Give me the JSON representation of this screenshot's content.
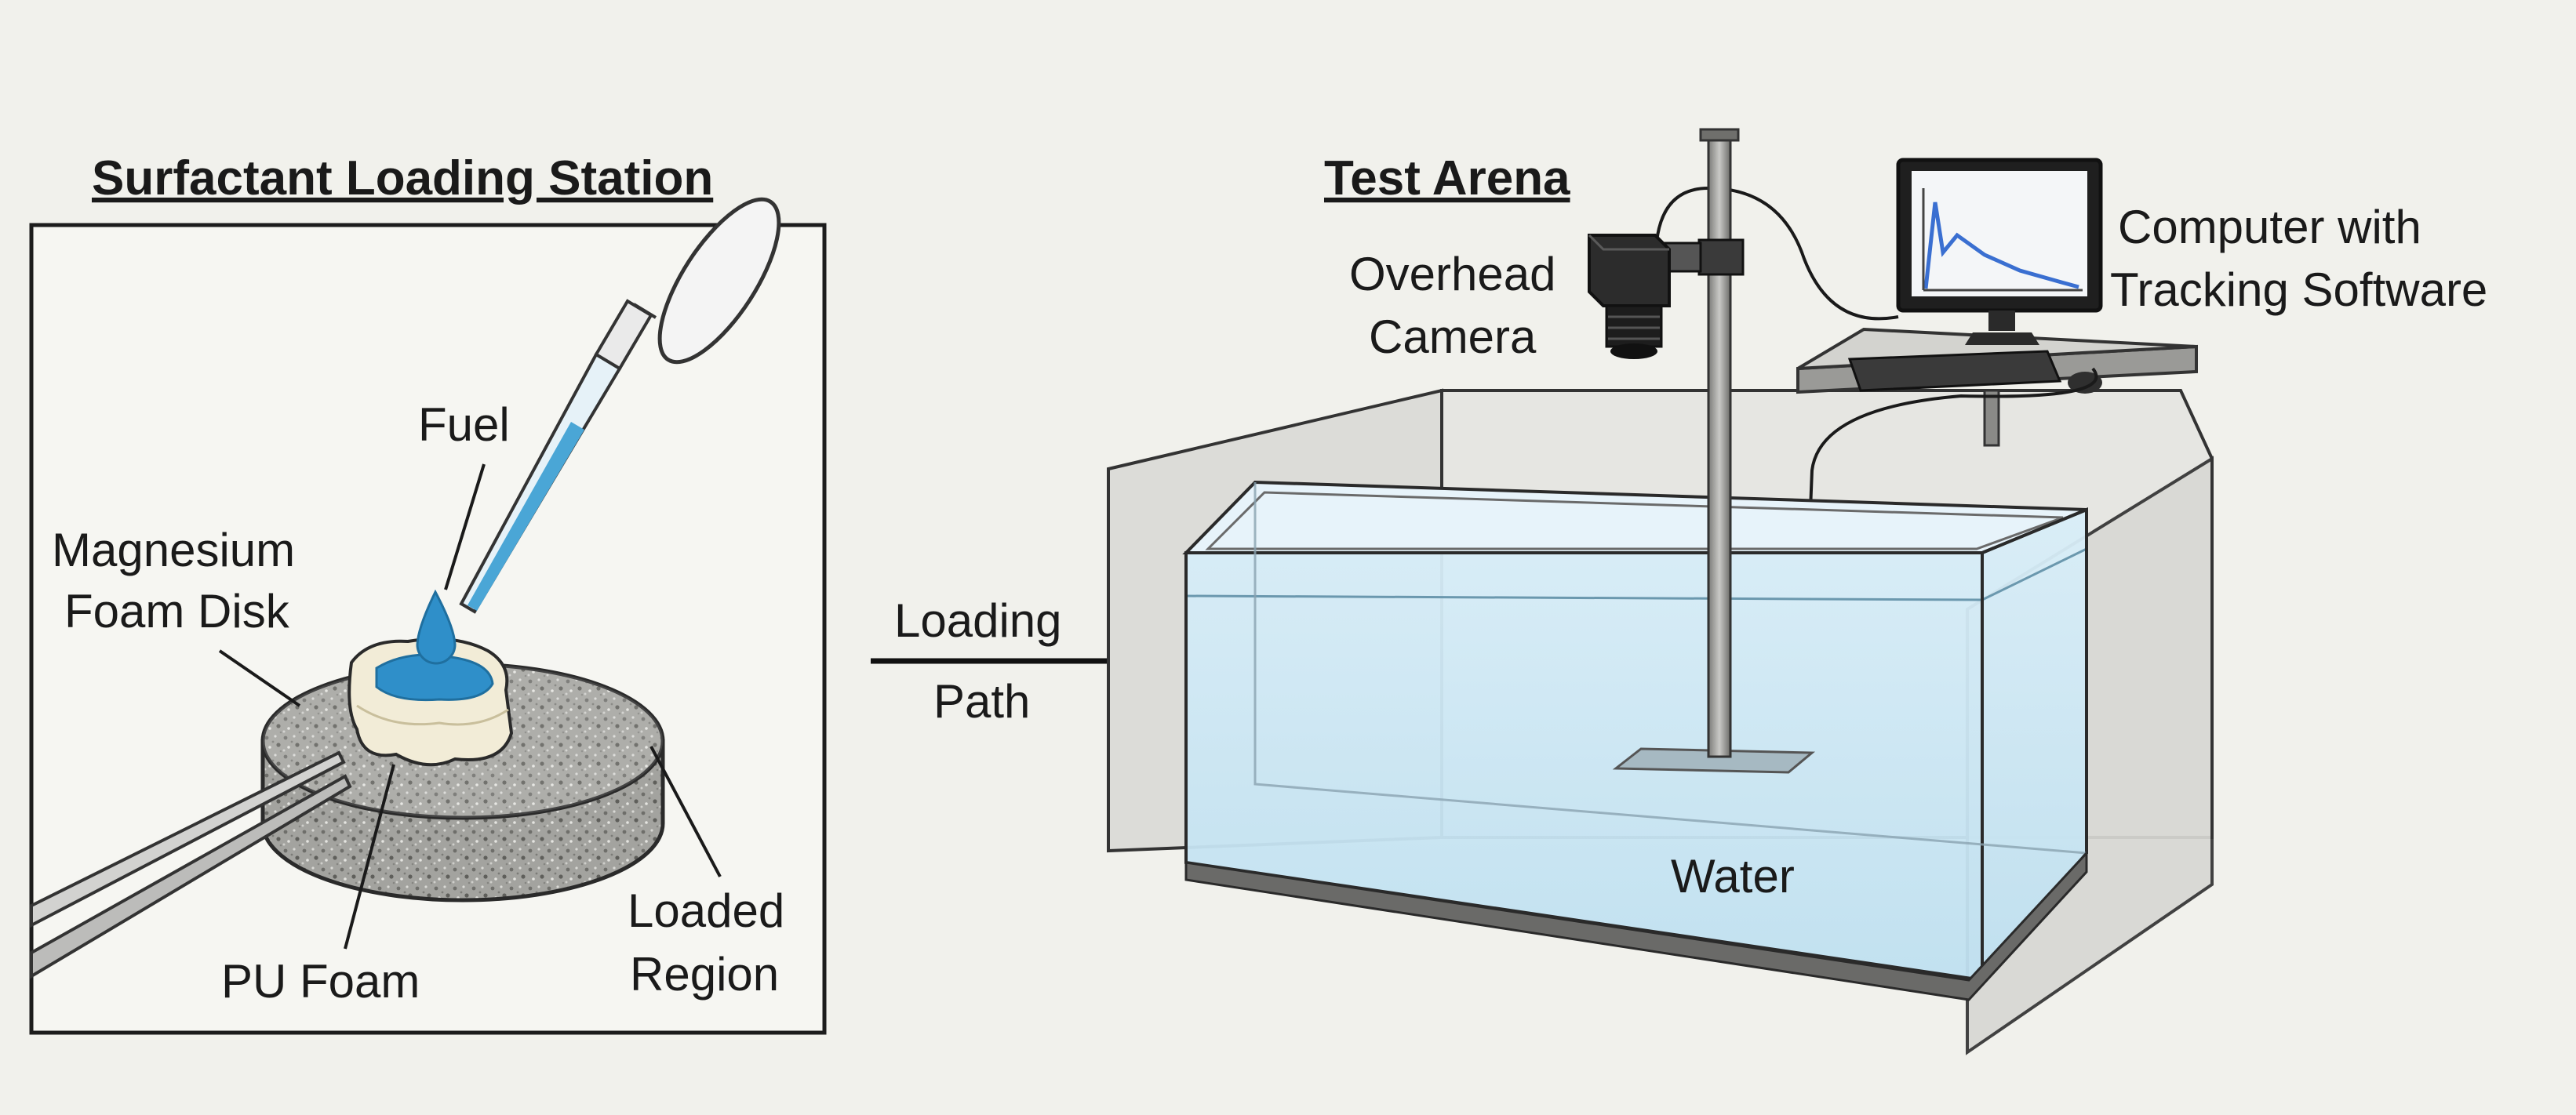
{
  "loading_station": {
    "title": "Surfactant Loading Station",
    "labels": {
      "fuel": "Fuel",
      "disk_line1": "Magnesium",
      "disk_line2": "Foam Disk",
      "pu_foam": "PU Foam",
      "loaded_line1": "Loaded",
      "loaded_line2": "Region"
    }
  },
  "connector": {
    "line1": "Loading",
    "line2": "Path"
  },
  "test_arena": {
    "title": "Test Arena",
    "labels": {
      "camera_line1": "Overhead",
      "camera_line2": "Camera",
      "computer_line1": "Computer with",
      "computer_line2": "Tracking Software",
      "water": "Water"
    }
  },
  "colors": {
    "background": "#f1f1ec",
    "fuel_blue": "#3a9fd4",
    "water_blue": "#cfe9f5",
    "foam_gray": "#9a9a96",
    "pu_foam": "#f2ecd7",
    "outline": "#2a2a2a"
  }
}
